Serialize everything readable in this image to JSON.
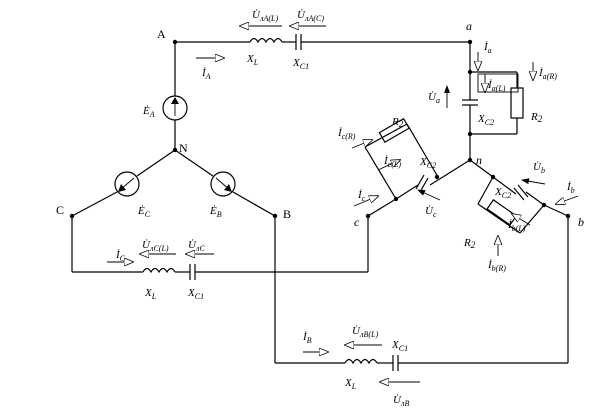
{
  "nodes": {
    "A": "A",
    "B": "B",
    "C": "C",
    "N": "N",
    "a": "a",
    "b": "b",
    "c": "c",
    "n": "n"
  },
  "sources": {
    "EA": "Ė",
    "EA_sub": "A",
    "EB": "Ė",
    "EB_sub": "B",
    "EC": "Ė",
    "EC_sub": "C"
  },
  "line_A": {
    "current": "İ",
    "current_sub": "A",
    "UL": "U̇",
    "UL_sub": "лA(L)",
    "UC": "U̇",
    "UC_sub": "лA(C)",
    "XL": "X",
    "XL_sub": "L",
    "XC": "X",
    "XC_sub": "C1"
  },
  "line_B": {
    "current": "İ",
    "current_sub": "B",
    "UL": "U̇",
    "UL_sub": "лB(L)",
    "UB": "U̇",
    "UB_sub": "лB",
    "XL": "X",
    "XL_sub": "L",
    "XC": "X",
    "XC_sub": "C1"
  },
  "line_C": {
    "current": "İ",
    "current_sub": "C",
    "UL": "U̇",
    "UL_sub": "лC(L)",
    "UC": "U̇",
    "UC_sub": "лC",
    "XL": "X",
    "XL_sub": "L",
    "XC": "X",
    "XC_sub": "C1"
  },
  "phase_a": {
    "I": "İ",
    "I_sub": "a",
    "IL": "İ",
    "IL_sub": "a(L)",
    "IR": "İ",
    "IR_sub": "a(R)",
    "U": "U̇",
    "U_sub": "a",
    "XC": "X",
    "XC_sub": "C2",
    "R": "R",
    "R_sub": "2"
  },
  "phase_b": {
    "I": "İ",
    "I_sub": "b",
    "IL": "İ",
    "IL_sub": "b(L)",
    "IR": "İ",
    "IR_sub": "b(R)",
    "U": "U̇",
    "U_sub": "b",
    "XC": "X",
    "XC_sub": "C2",
    "R": "R",
    "R_sub": "2"
  },
  "phase_c": {
    "I": "İ",
    "I_sub": "c",
    "IL": "İ",
    "IL_sub": "c(L)",
    "IR": "İ",
    "IR_sub": "c(R)",
    "U": "U̇",
    "U_sub": "c",
    "XC": "X",
    "XC_sub": "C2",
    "R": "R",
    "R_sub": "2"
  }
}
